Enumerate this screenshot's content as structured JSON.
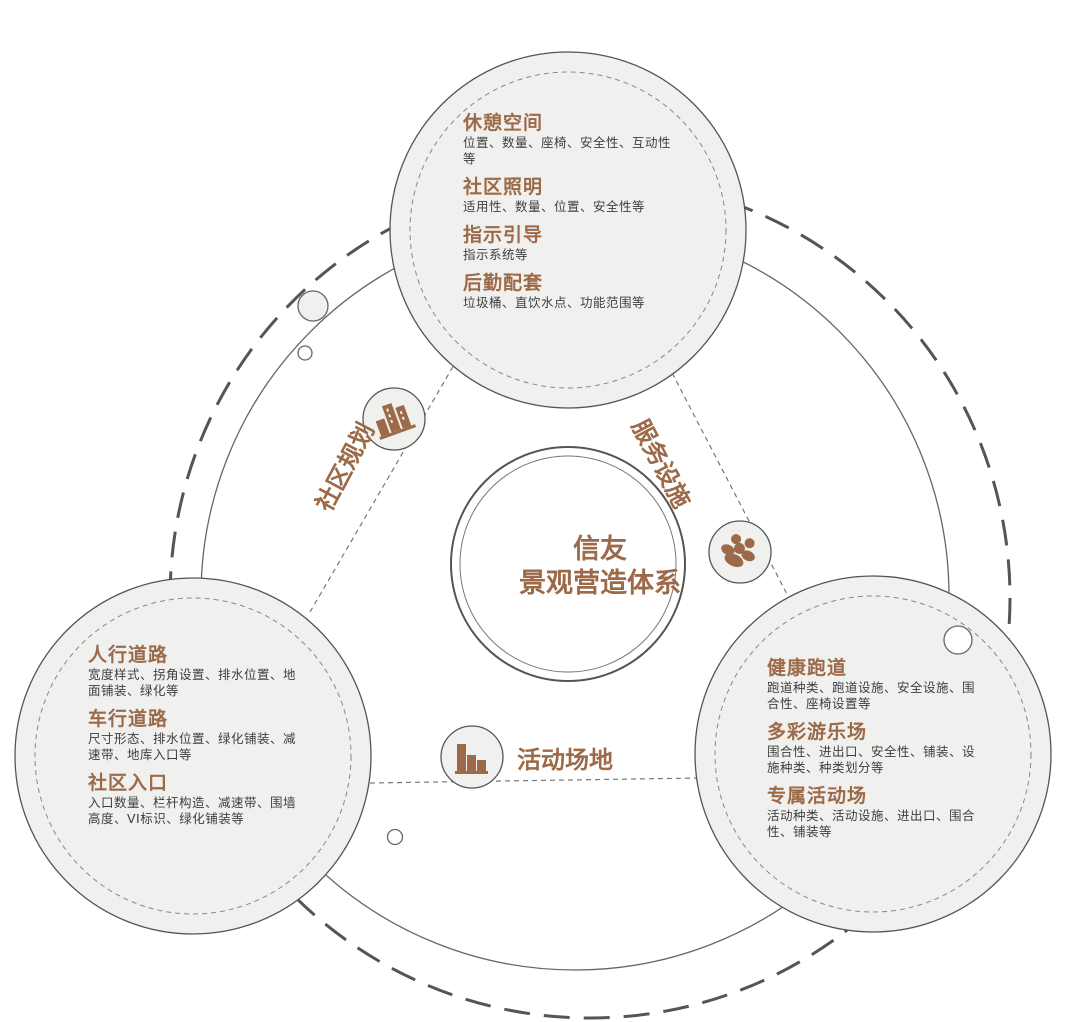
{
  "center": {
    "line1": "信友",
    "line2": "景观营造体系"
  },
  "labels": {
    "planning": "社区规划",
    "service": "服务设施",
    "activity": "活动场地"
  },
  "top_circle": {
    "items": [
      {
        "heading": "休憩空间",
        "desc": "位置、数量、座椅、安全性、互动性等"
      },
      {
        "heading": "社区照明",
        "desc": "适用性、数量、位置、安全性等"
      },
      {
        "heading": "指示引导",
        "desc": "指示系统等"
      },
      {
        "heading": "后勤配套",
        "desc": "垃圾桶、直饮水点、功能范围等"
      }
    ]
  },
  "left_circle": {
    "items": [
      {
        "heading": "人行道路",
        "desc": "宽度样式、拐角设置、排水位置、地面铺装、绿化等"
      },
      {
        "heading": "车行道路",
        "desc": "尺寸形态、排水位置、绿化铺装、减速带、地库入口等"
      },
      {
        "heading": "社区入口",
        "desc": "入口数量、栏杆构造、减速带、围墙高度、VI标识、绿化铺装等"
      }
    ]
  },
  "right_circle": {
    "items": [
      {
        "heading": "健康跑道",
        "desc": "跑道种类、跑道设施、安全设施、围合性、座椅设置等"
      },
      {
        "heading": "多彩游乐场",
        "desc": "围合性、进出口、安全性、铺装、设施种类、种类划分等"
      },
      {
        "heading": "专属活动场",
        "desc": "活动种类、活动设施、进出口、围合性、铺装等"
      }
    ]
  },
  "icons": {
    "planning": "buildings-icon",
    "service": "people-group-icon",
    "activity": "bar-buildings-icon"
  },
  "colors": {
    "accent": "#9c6a48",
    "circle_fill": "#f0f0ef",
    "line": "#555555",
    "text": "#3e3e3e"
  }
}
